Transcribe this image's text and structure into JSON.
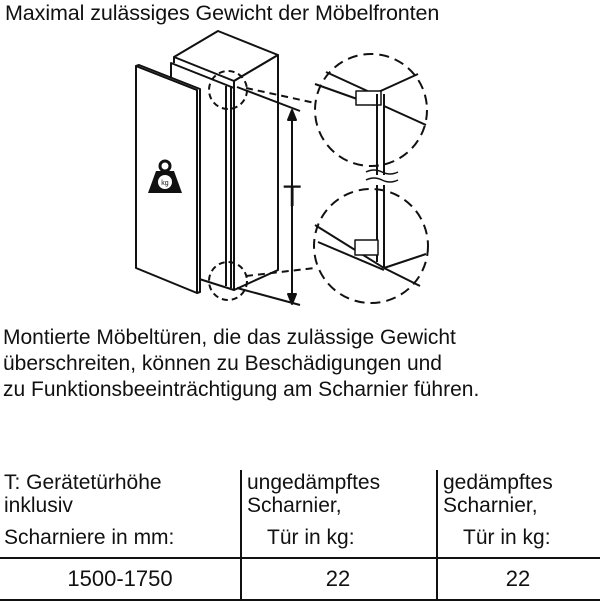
{
  "title": "Maximal zulässiges Gewicht der Möbelfronten",
  "diagram": {
    "height_label": "T",
    "weight_icon_label": "kg"
  },
  "warning_text": {
    "line1": "Montierte Möbeltüren, die das zulässige Gewicht",
    "line2": "überschreiten, können zu Beschädigungen und",
    "line3": "zu Funktionsbeeinträchtigung am Scharnier führen."
  },
  "table": {
    "headers": [
      {
        "line1": "T: Gerätetürhöhe",
        "line2": "inklusiv",
        "line3": "Scharniere in mm:"
      },
      {
        "line1": "ungedämpftes",
        "line2": "Scharnier,",
        "line3": "Tür in kg:"
      },
      {
        "line1": "gedämpftes",
        "line2": "Scharnier,",
        "line3": "Tür in kg:"
      }
    ],
    "rows": [
      {
        "height": "1500-1750",
        "undamped": "22",
        "damped": "22"
      }
    ]
  }
}
